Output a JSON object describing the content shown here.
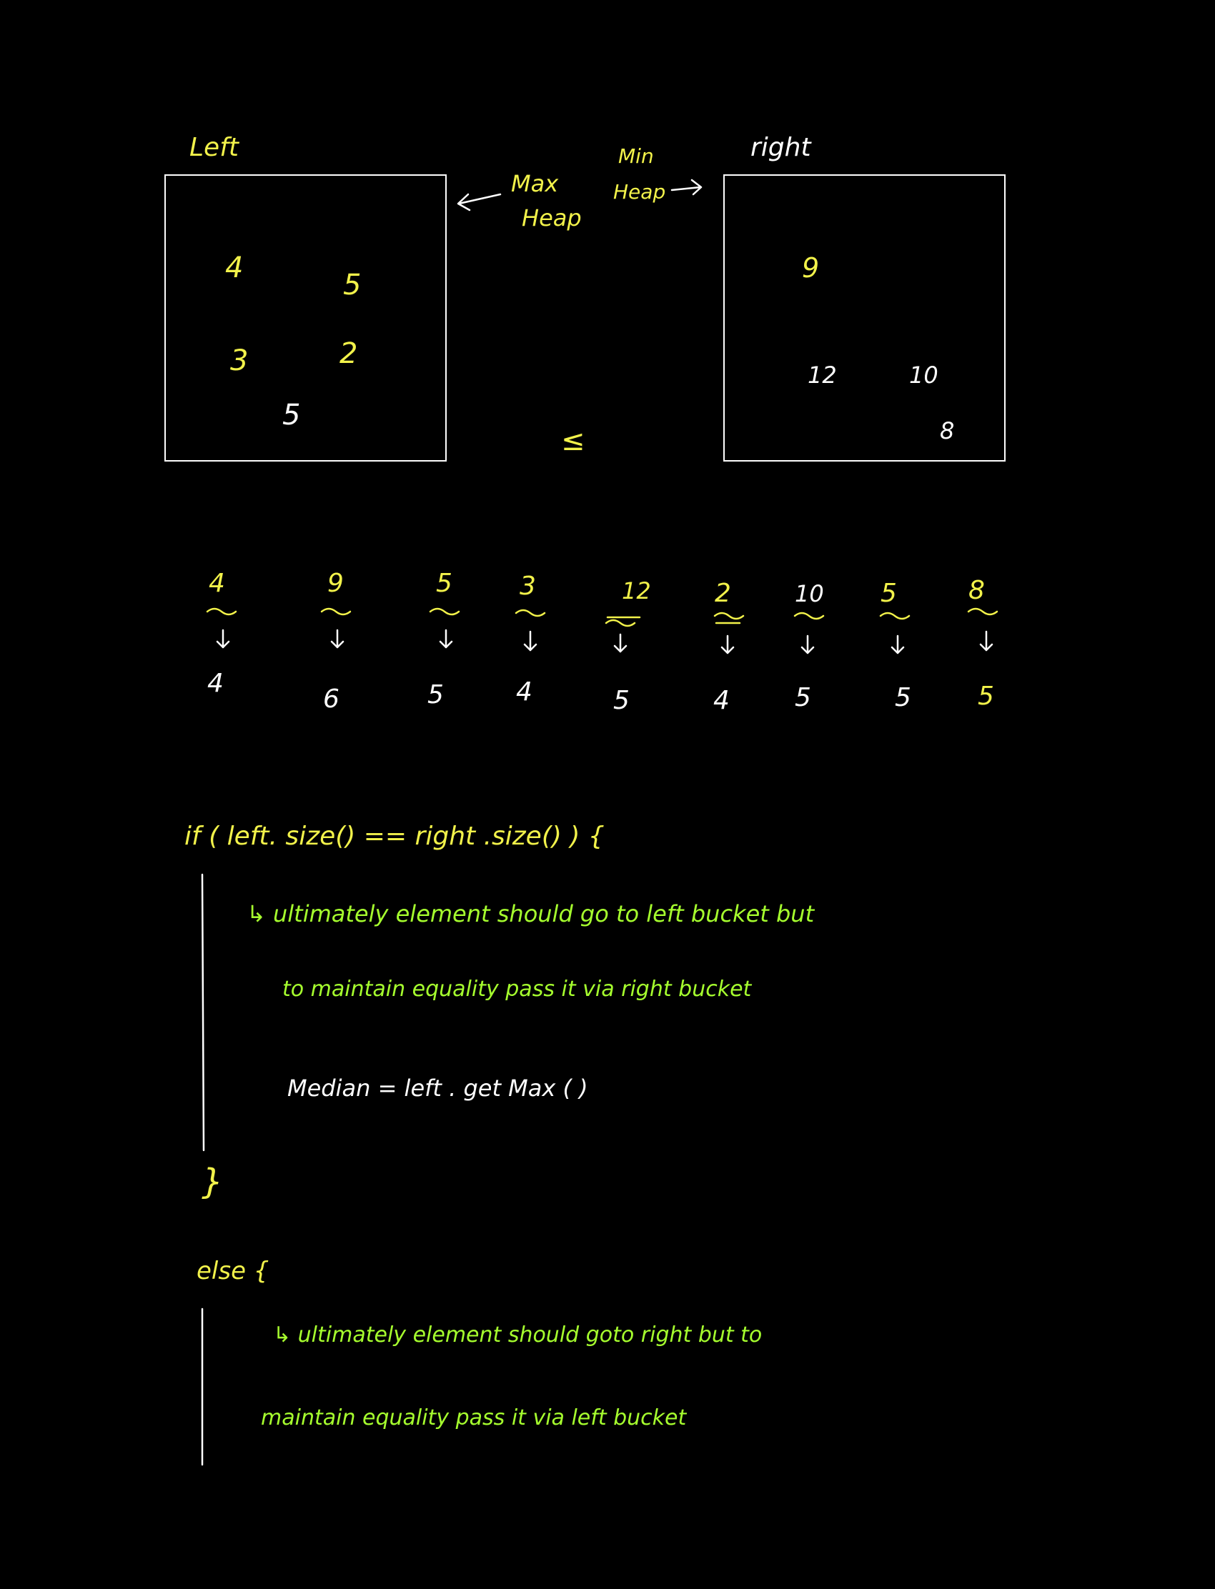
{
  "heaps": {
    "left_label": "Left",
    "right_label": "right",
    "max_heap_label": [
      "Max",
      "Heap"
    ],
    "min_heap_label": [
      "Min",
      "Heap"
    ],
    "left_values": [
      "4",
      "5",
      "3",
      "2",
      "5"
    ],
    "right_values": [
      "9",
      "12",
      "10",
      "8"
    ],
    "compare_symbol": "≤"
  },
  "stream": {
    "inputs": [
      "4",
      "9",
      "5",
      "3",
      "12",
      "2",
      "10",
      "5",
      "8"
    ],
    "medians": [
      "4",
      "6",
      "5",
      "4",
      "5",
      "4",
      "5",
      "5",
      "5"
    ]
  },
  "code": {
    "if_line": "if ( left. size() == right .size() ) {",
    "if_note_1": "↳ ultimately element should go to left bucket but",
    "if_note_2": "to maintain equality pass it via right bucket",
    "median_line": "Median = left . get Max ( )",
    "close_brace": "}",
    "else_line": "else {",
    "else_note_1": "↳ ultimately element should goto right but to",
    "else_note_2": "maintain equality pass it via left bucket"
  },
  "colors": {
    "background": "#000000",
    "yellow": "#f2f24a",
    "lime": "#a6ff2e",
    "white": "#ffffff"
  }
}
